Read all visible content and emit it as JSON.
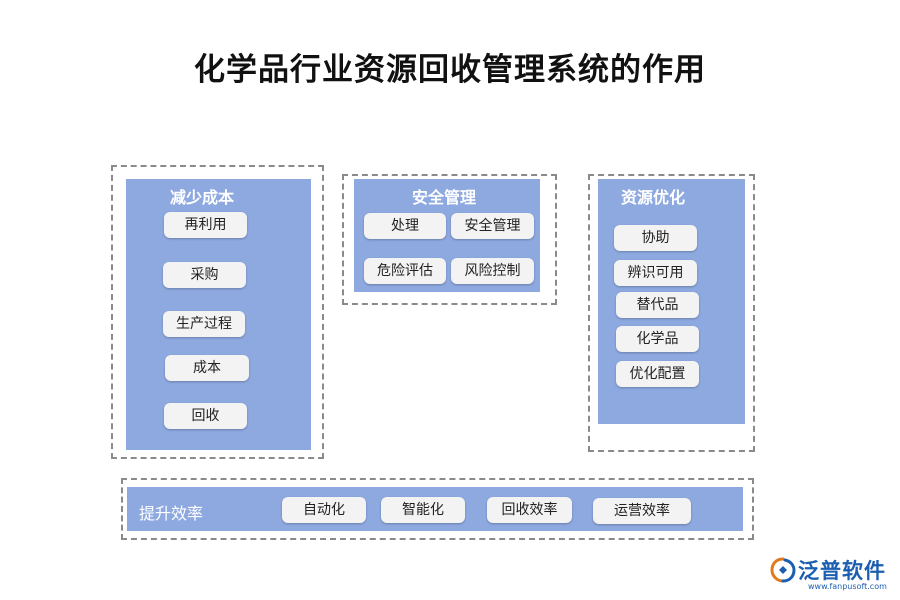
{
  "title": "化学品行业资源回收管理系统的作用",
  "colors": {
    "panel": "#8ea9e0",
    "chip": "#f3f3f3",
    "dash": "#8a8a8a",
    "brand": "#1c5fb0"
  },
  "groups": {
    "reduce_cost": {
      "title": "减少成本",
      "items": [
        "再利用",
        "采购",
        "生产过程",
        "成本",
        "回收"
      ]
    },
    "safety": {
      "title": "安全管理",
      "items": [
        "处理",
        "安全管理",
        "危险评估",
        "风险控制"
      ]
    },
    "resource": {
      "title": "资源优化",
      "items": [
        "协助",
        "辨识可用",
        "替代品",
        "化学品",
        "优化配置"
      ]
    },
    "efficiency": {
      "title": "提升效率",
      "items": [
        "自动化",
        "智能化",
        "回收效率",
        "运营效率"
      ]
    }
  },
  "logo": {
    "name": "泛普软件",
    "url": "www.fanpusoft.com",
    "icon": "fanpu-logo-icon"
  }
}
